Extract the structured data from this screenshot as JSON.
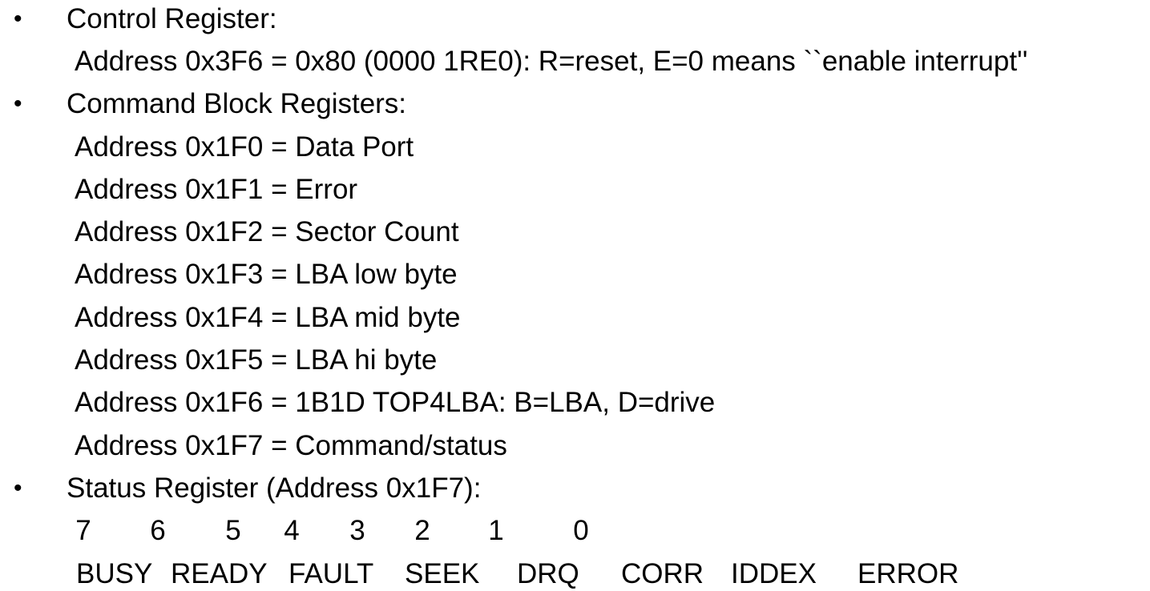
{
  "slide": {
    "bullet_char": "•",
    "colors": {
      "background": "#ffffff",
      "text": "#000000"
    },
    "sections": [
      {
        "title": "Control Register:",
        "lines": [
          "Address 0x3F6 = 0x80 (0000 1RE0): R=reset, E=0 means ``enable interrupt''"
        ]
      },
      {
        "title": "Command Block Registers:",
        "lines": [
          "Address 0x1F0 = Data Port",
          "Address 0x1F1 = Error",
          "Address 0x1F2 = Sector Count",
          "Address 0x1F3 = LBA low byte",
          "Address 0x1F4 = LBA mid byte",
          "Address 0x1F5 = LBA hi byte",
          "Address 0x1F6 = 1B1D TOP4LBA: B=LBA, D=drive",
          "Address 0x1F7 = Command/status"
        ]
      },
      {
        "title": "Status Register (Address 0x1F7):",
        "bit_numbers": [
          "7",
          "6",
          "5",
          "4",
          "3",
          "2",
          "1",
          "0"
        ],
        "flag_labels": [
          "BUSY",
          "READY",
          "FAULT",
          "SEEK",
          "DRQ",
          "CORR",
          "IDDEX",
          "ERROR"
        ]
      }
    ]
  }
}
